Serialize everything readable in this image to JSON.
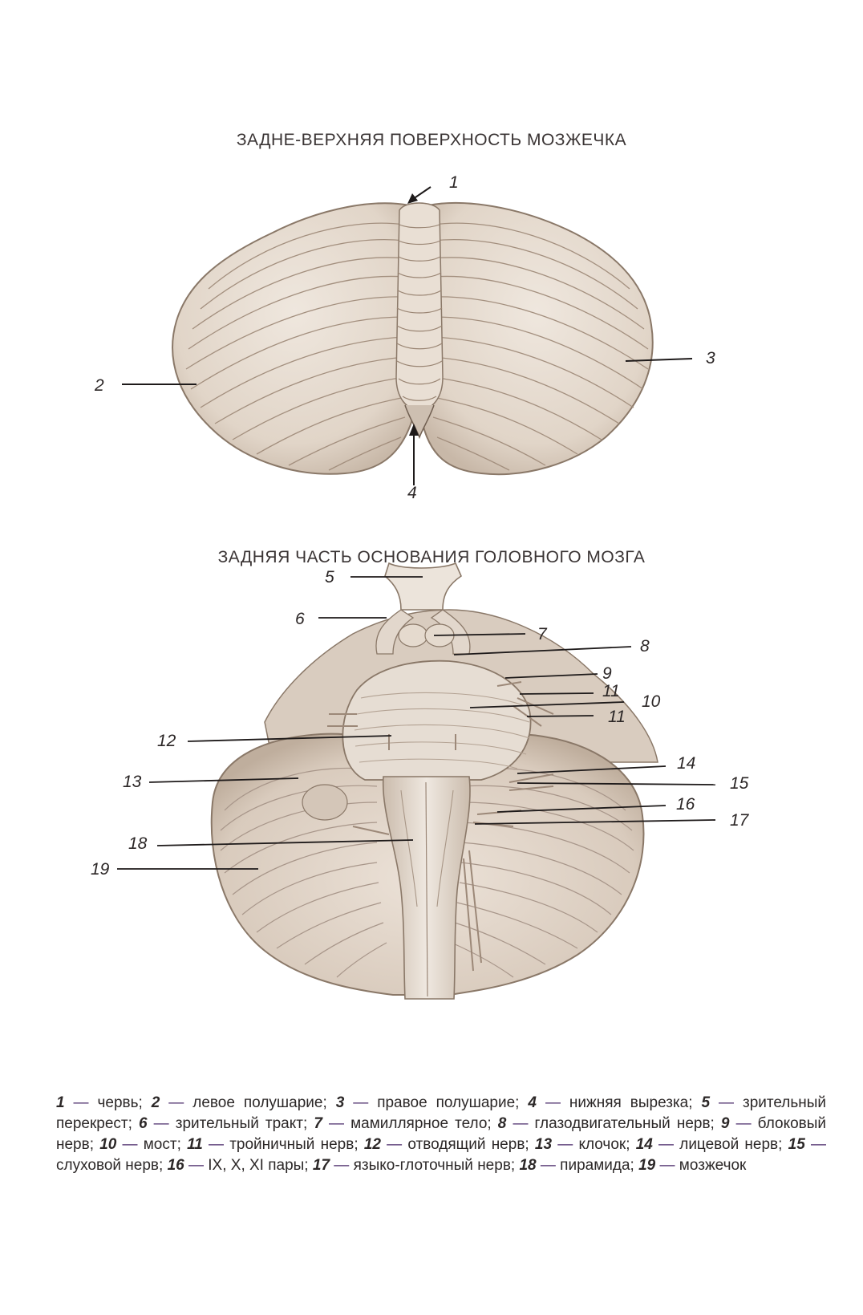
{
  "titles": {
    "top": "ЗАДНЕ-ВЕРХНЯЯ ПОВЕРХНОСТЬ МОЗЖЕЧКА",
    "bottom": "ЗАДНЯЯ ЧАСТЬ ОСНОВАНИЯ ГОЛОВНОГО МОЗГА"
  },
  "colors": {
    "tissue": "#e7ddd2",
    "shade": "#b9a99a",
    "line": "#8a7868",
    "leader": "#1e1a1a"
  },
  "labels": {
    "l1": "1",
    "l2": "2",
    "l3": "3",
    "l4": "4",
    "l5": "5",
    "l6": "6",
    "l7": "7",
    "l8": "8",
    "l9": "9",
    "l10": "10",
    "l11a": "11",
    "l11b": "11",
    "l12": "12",
    "l13": "13",
    "l14": "14",
    "l15": "15",
    "l16": "16",
    "l17": "17",
    "l18": "18",
    "l19": "19"
  },
  "legend": [
    {
      "num": "1",
      "text": " червь; "
    },
    {
      "num": "2",
      "text": " левое полушарие; "
    },
    {
      "num": "3",
      "text": " правое полушарие; "
    },
    {
      "num": "4",
      "text": " нижняя вырезка; "
    },
    {
      "num": "5",
      "text": " зрительный перекрест; "
    },
    {
      "num": "6",
      "text": " зрительный тракт; "
    },
    {
      "num": "7",
      "text": " мамиллярное тело; "
    },
    {
      "num": "8",
      "text": " глазодвигательный нерв; "
    },
    {
      "num": "9",
      "text": " блоковый нерв; "
    },
    {
      "num": "10",
      "text": " мост; "
    },
    {
      "num": "11",
      "text": " тройничный нерв; "
    },
    {
      "num": "12",
      "text": " отводящий нерв; "
    },
    {
      "num": "13",
      "text": " клочок; "
    },
    {
      "num": "14",
      "text": " лицевой нерв; "
    },
    {
      "num": "15",
      "text": " слуховой нерв; "
    },
    {
      "num": "16",
      "text": " IX, X, XI пары; "
    },
    {
      "num": "17",
      "text": " языко-глоточный нерв; "
    },
    {
      "num": "18",
      "text": " пирамида; "
    },
    {
      "num": "19",
      "text": " мозжечок"
    }
  ]
}
